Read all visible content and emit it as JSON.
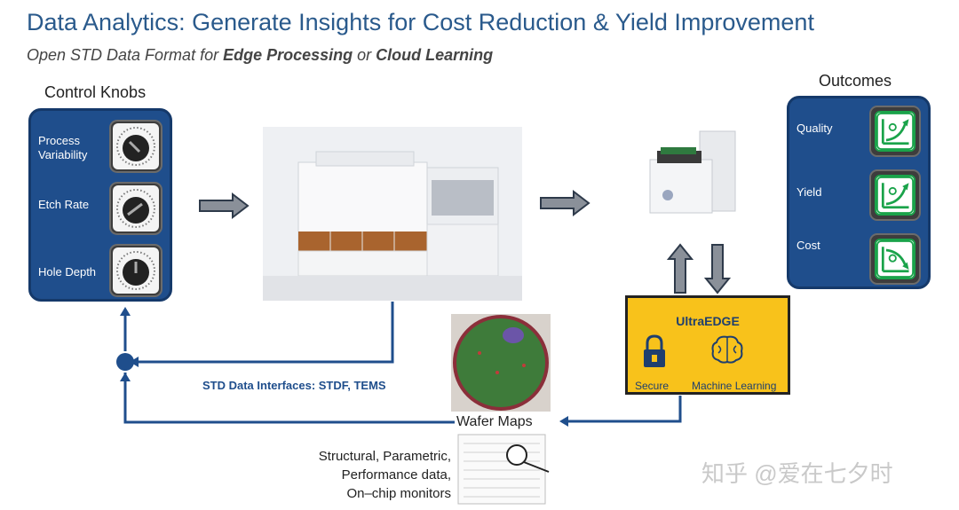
{
  "header": {
    "title": "Data Analytics: Generate Insights for Cost Reduction & Yield Improvement",
    "subtitle_prefix": "Open STD Data Format for ",
    "subtitle_bold1": "Edge Processing",
    "subtitle_mid": " or ",
    "subtitle_bold2": "Cloud Learning"
  },
  "control_knobs": {
    "heading": "Control Knobs",
    "items": [
      {
        "label": "Process Variability",
        "icon": "knob-icon"
      },
      {
        "label": "Etch Rate",
        "icon": "knob-icon"
      },
      {
        "label": "Hole Depth",
        "icon": "knob-icon"
      }
    ]
  },
  "outcomes": {
    "heading": "Outcomes",
    "items": [
      {
        "label": "Quality",
        "icon": "trend-up-icon"
      },
      {
        "label": "Yield",
        "icon": "trend-up-icon"
      },
      {
        "label": "Cost",
        "icon": "trend-down-icon"
      }
    ]
  },
  "ultraedge": {
    "title": "UltraEDGE",
    "secure_label": "Secure",
    "ml_label": "Machine Learning"
  },
  "interfaces_label": "STD Data Interfaces: STDF, TEMS",
  "wafer_maps_label": "Wafer Maps",
  "structural_text": [
    "Structural, Parametric,",
    "Performance data,",
    "On–chip monitors"
  ],
  "watermark": "知乎 @爱在七夕时",
  "colors": {
    "panel_blue": "#1f4e8c",
    "title_blue": "#2a5a8c",
    "accent_yellow": "#f8c21b",
    "arrow_gray": "#8a9099",
    "outcome_green": "#1aa34a"
  }
}
